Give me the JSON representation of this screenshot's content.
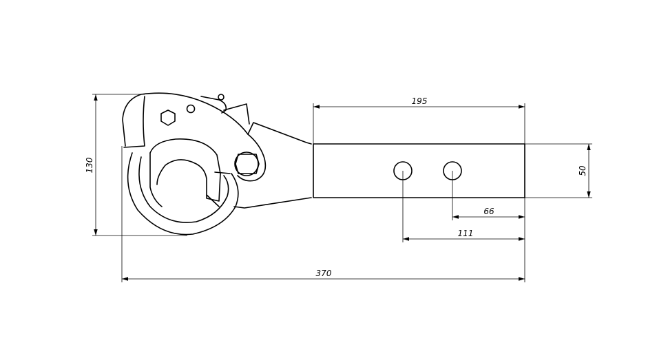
{
  "dimensions": {
    "total_length": "370",
    "shank_length": "195",
    "height": "130",
    "shank_height": "50",
    "hole_offset_far": "111",
    "hole_offset_near": "66"
  }
}
